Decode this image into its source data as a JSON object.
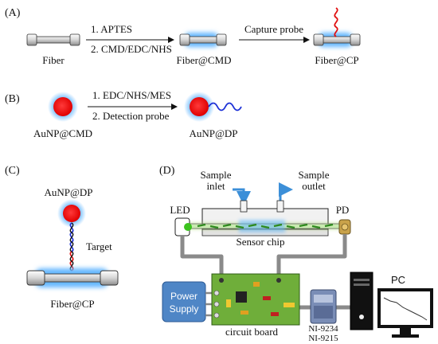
{
  "panel_a": {
    "label": "(A)",
    "fiber_label": "Fiber",
    "step1": "1. APTES",
    "step2": "2. CMD/EDC/NHS",
    "fiber_cmd_label": "Fiber@CMD",
    "capture_step": "Capture probe",
    "fiber_cp_label": "Fiber@CP"
  },
  "panel_b": {
    "label": "(B)",
    "step1": "1. EDC/NHS/MES",
    "step2": "2. Detection probe",
    "aunp_cmd_label": "AuNP@CMD",
    "aunp_dp_label": "AuNP@DP"
  },
  "panel_c": {
    "label": "(C)",
    "aunp_dp_label": "AuNP@DP",
    "target_label": "Target",
    "fiber_cp_label": "Fiber@CP"
  },
  "panel_d": {
    "label": "(D)",
    "sample_inlet_line1": "Sample",
    "sample_inlet_line2": "inlet",
    "sample_outlet_line1": "Sample",
    "sample_outlet_line2": "outlet",
    "led_label": "LED",
    "pd_label": "PD",
    "sensor_chip_label": "Sensor chip",
    "power_supply_line1": "Power",
    "power_supply_line2": "Supply",
    "circuit_board_label": "circuit board",
    "ni1_label": "NI-9234",
    "ni2_label": "NI-9215",
    "pc_label": "PC"
  },
  "colors": {
    "glow": "#66b8ff",
    "gold_np": "#ee1111",
    "board": "#6fae3a",
    "power": "#4f86c6",
    "cable": "#8a8a8a",
    "flow": "#3c8fd8"
  }
}
